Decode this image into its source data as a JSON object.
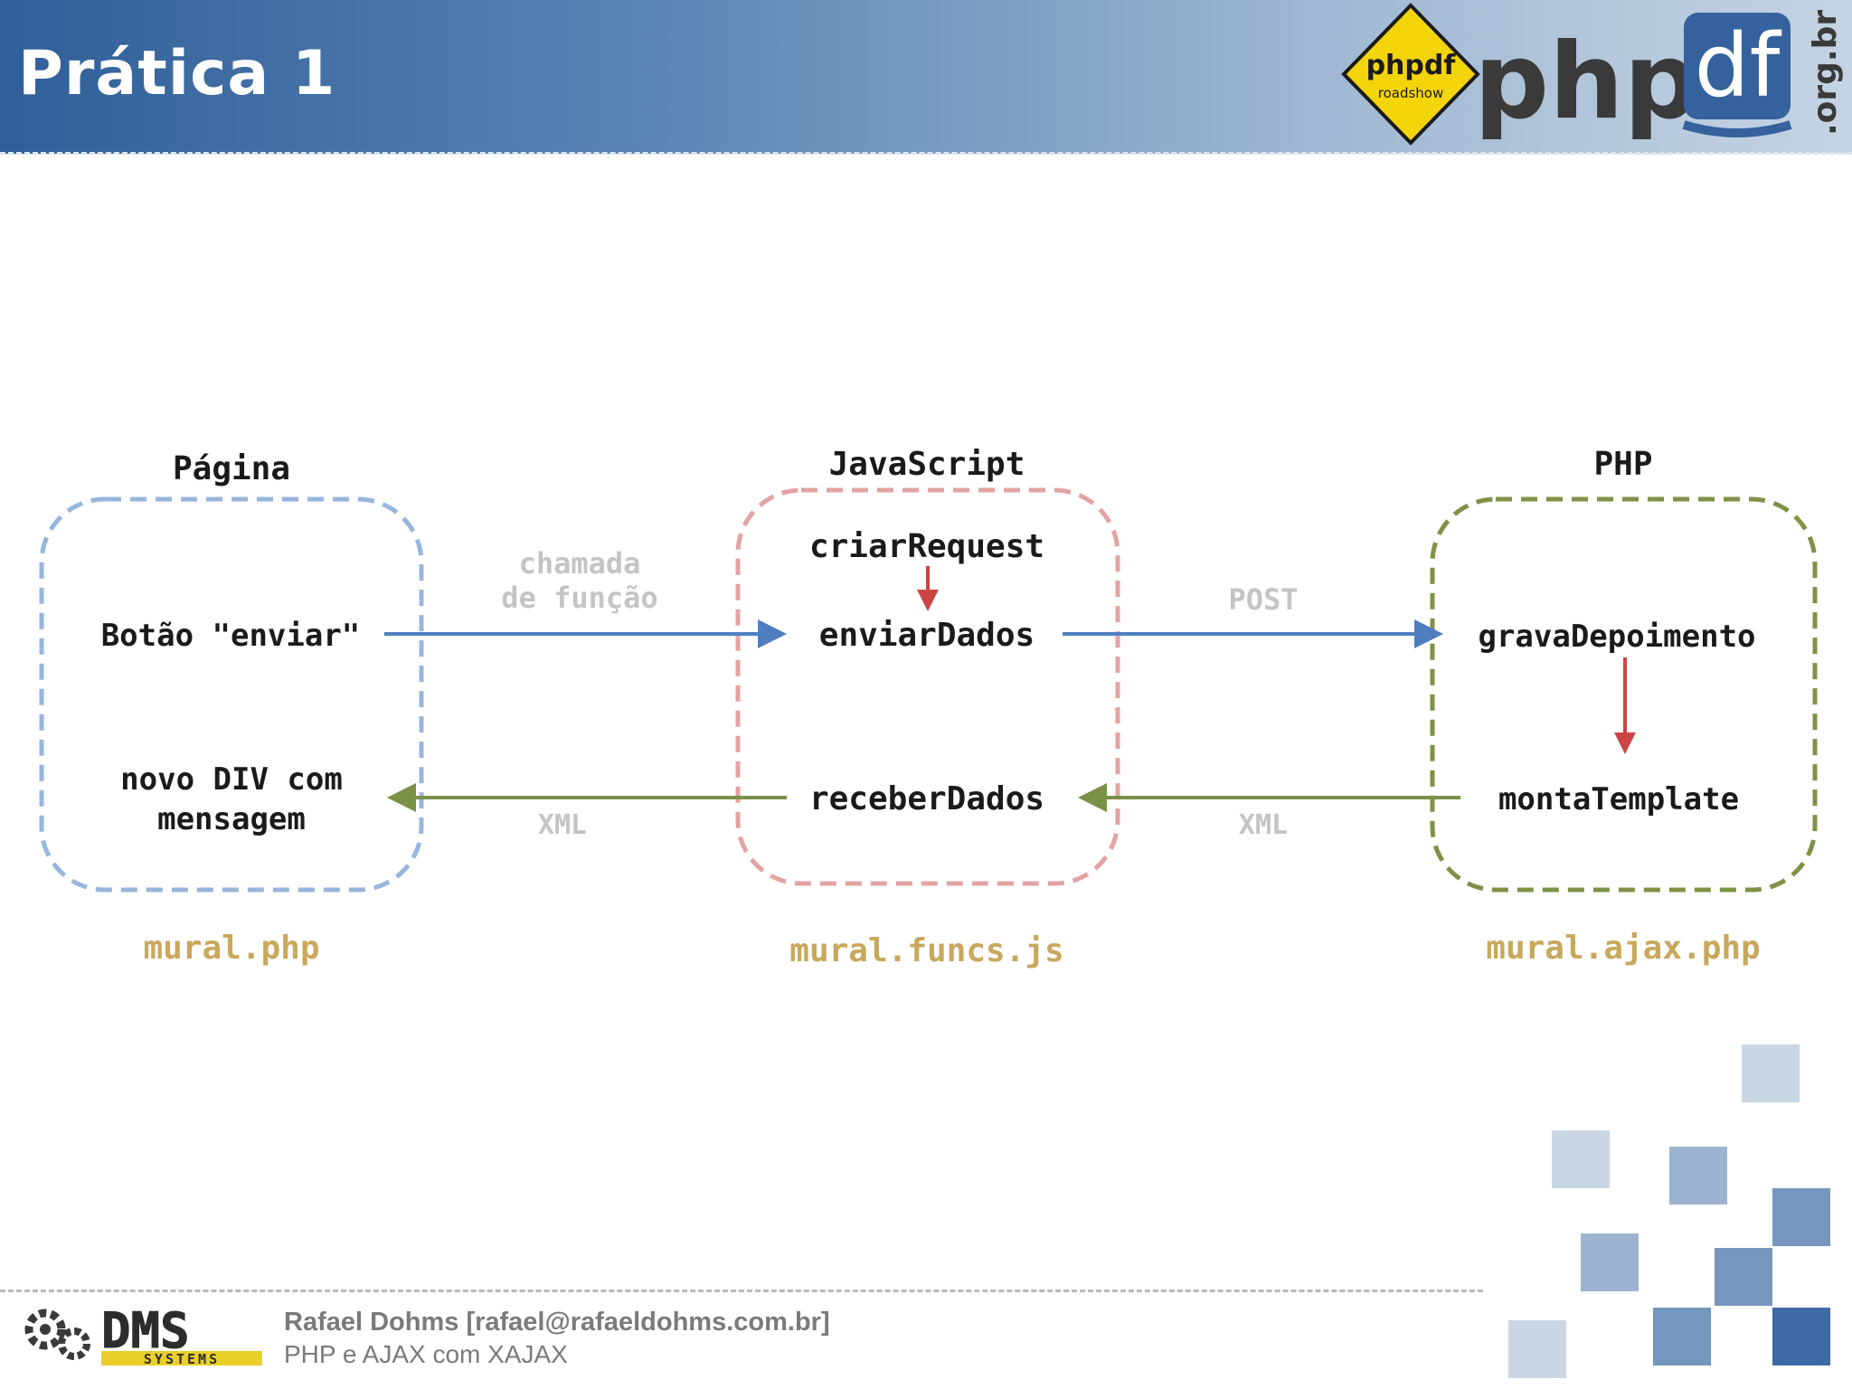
{
  "slide": {
    "title": "Prática 1",
    "logo": {
      "badge_top": "phpdf",
      "badge_bottom": "roadshow",
      "word_php": "php",
      "word_df": "df",
      "domain": ".org.br"
    }
  },
  "diagram": {
    "columns": [
      {
        "heading": "Página",
        "file": "mural.php",
        "color": "#97b6dd"
      },
      {
        "heading": "JavaScript",
        "file": "mural.funcs.js",
        "color": "#e3a3a3"
      },
      {
        "heading": "PHP",
        "file": "mural.ajax.php",
        "color": "#7f9146"
      }
    ],
    "nodes": {
      "enviar_button": "Botão \"enviar\"",
      "novo_div_line1": "novo DIV com",
      "novo_div_line2": "mensagem",
      "criar_request": "criarRequest",
      "enviar_dados": "enviarDados",
      "receber_dados": "receberDados",
      "grava_depoimento": "gravaDepoimento",
      "monta_template": "montaTemplate"
    },
    "edges": {
      "chamada_line1": "chamada",
      "chamada_line2": "de função",
      "post": "POST",
      "xml_left": "XML",
      "xml_right": "XML"
    },
    "colors": {
      "forward_arrow": "#4f7fc0",
      "return_arrow": "#7a9147",
      "internal_arrow": "#cc4444",
      "edge_label": "#c4c4c4",
      "file_label": "#c8a85c"
    }
  },
  "footer": {
    "author": "Rafael Dohms [rafael@rafaeldohms.com.br]",
    "subtitle": "PHP e AJAX com XAJAX",
    "company_logo": {
      "main": "DMS",
      "sub": "SYSTEMS"
    }
  }
}
